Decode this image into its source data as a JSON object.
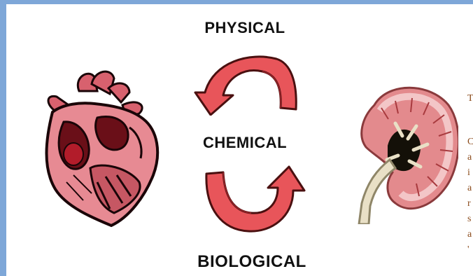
{
  "labels": {
    "physical": "PHYSICAL",
    "chemical": "CHEMICAL",
    "biological": "BIOLOGICAL"
  },
  "colors": {
    "border": "#7ea7d8",
    "arrow_fill": "#e8555a",
    "arrow_stroke": "#4a1010",
    "heart_fill": "#e78a93",
    "heart_dark": "#6a0f18",
    "kidney_fill": "#e38a8d",
    "kidney_tube": "#e9e0c6",
    "side_text": "#8a4a1a"
  },
  "icons": {
    "heart": "heart-anatomy-illustration",
    "kidney": "kidney-anatomy-illustration",
    "cycle_arrow_top": "curved-arrow-left",
    "cycle_arrow_bottom": "curved-arrow-right"
  },
  "side_text_fragments": [
    "T",
    "C",
    "a",
    "i",
    "a",
    "r",
    "s",
    "a",
    "'"
  ]
}
